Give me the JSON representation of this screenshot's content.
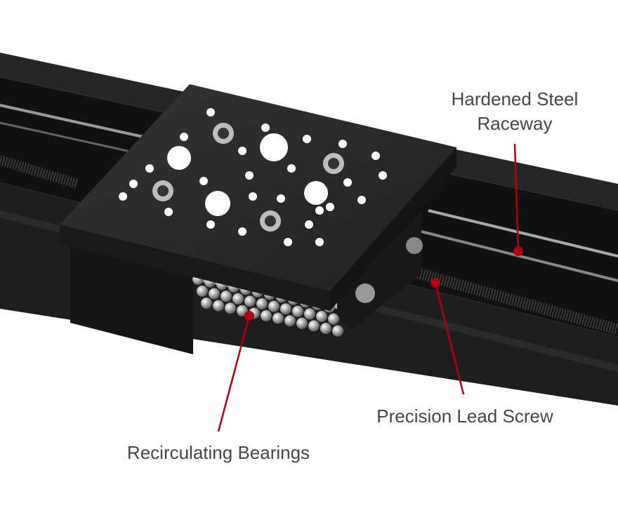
{
  "callouts": {
    "raceway": {
      "line1": "Hardened Steel",
      "line2": "Raceway"
    },
    "lead_screw": {
      "label": "Precision Lead Screw"
    },
    "bearings": {
      "label": "Recirculating Bearings"
    }
  },
  "colors": {
    "leader": "#b3000f",
    "label": "#474747",
    "body": "#1c1c1c"
  }
}
